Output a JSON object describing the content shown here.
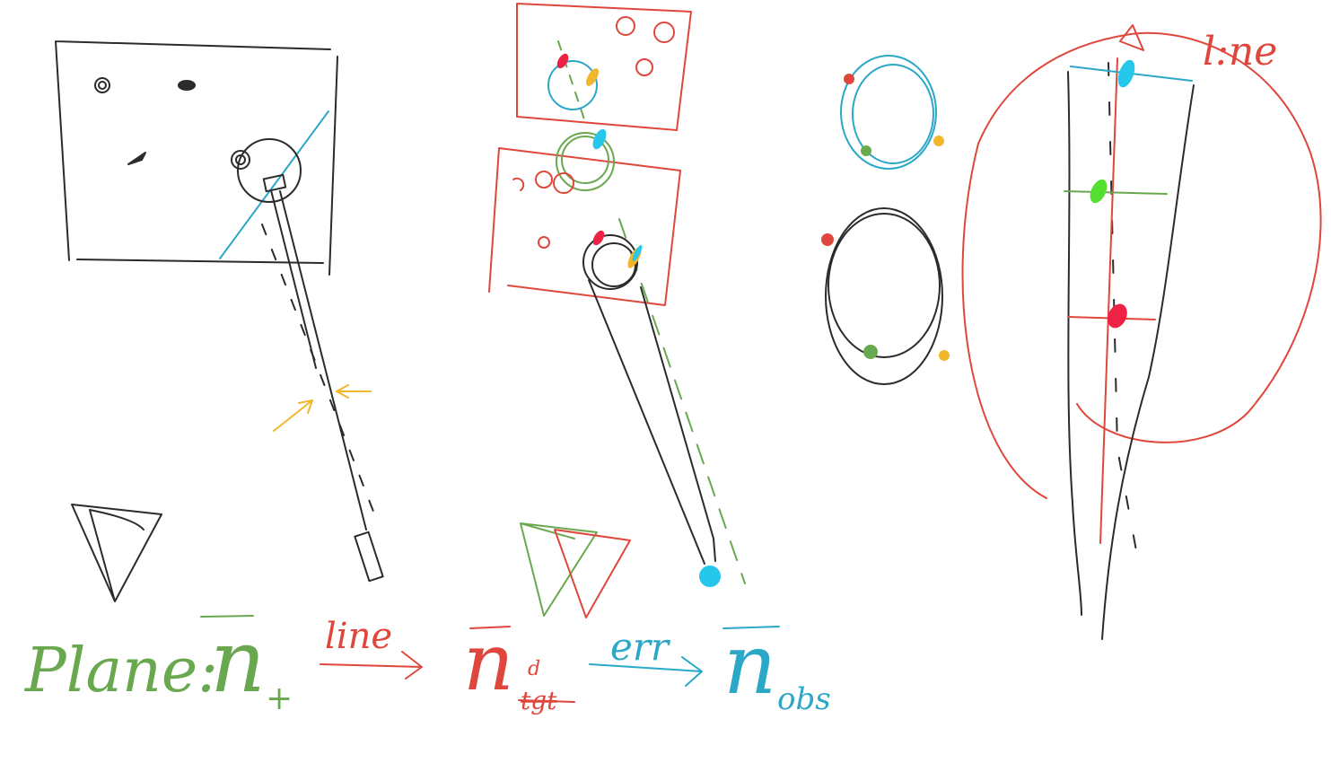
{
  "colors": {
    "ink": "#2b2b2b",
    "red": "#e0473c",
    "green": "#6aa84f",
    "cyan": "#2ba7c7",
    "orange": "#f2b62c",
    "bright_cyan": "#25c7ea",
    "bright_green": "#55e030",
    "magenta_red": "#ee2244"
  },
  "icons": [
    "camera-frustum-icon",
    "target-board",
    "bearing-tube",
    "point-marker"
  ],
  "equation": {
    "plane_label": "Plane:",
    "n_symbol": "n",
    "subscript_t": "+",
    "arrow1_label": "line",
    "n_tgt_sub_top": "d",
    "n_tgt_sub_bottom": "tgt",
    "arrow2_label": "err",
    "n_obs_sub": "obs"
  },
  "line_annotation": "l:ne"
}
